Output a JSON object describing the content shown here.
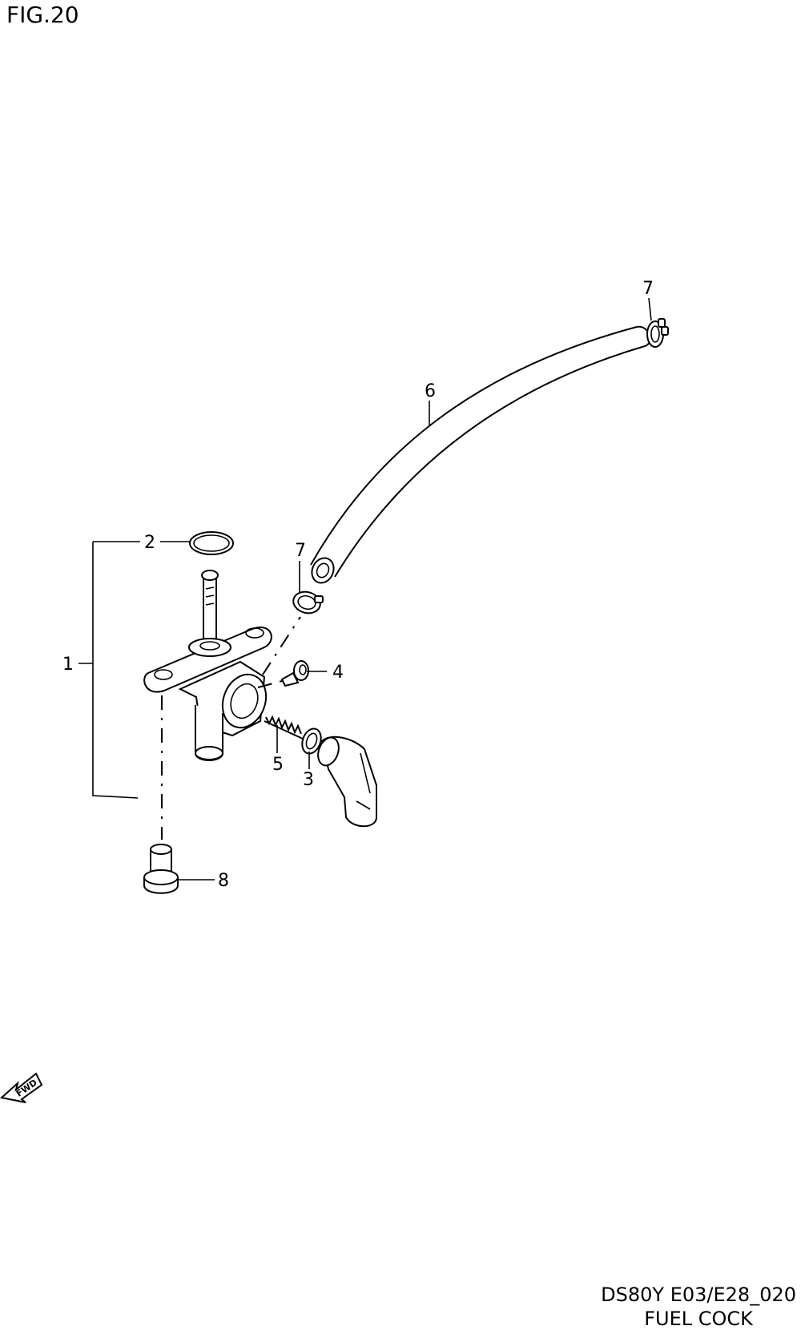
{
  "figure": {
    "title": "FIG.20"
  },
  "footer": {
    "code": "DS80Y E03/E28_020",
    "name": "FUEL COCK"
  },
  "fwd_indicator": {
    "label": "FWD"
  },
  "callouts": [
    {
      "number": "1"
    },
    {
      "number": "2"
    },
    {
      "number": "3"
    },
    {
      "number": "4"
    },
    {
      "number": "5"
    },
    {
      "number": "6"
    },
    {
      "number": "7"
    },
    {
      "number": "7"
    },
    {
      "number": "8"
    }
  ]
}
